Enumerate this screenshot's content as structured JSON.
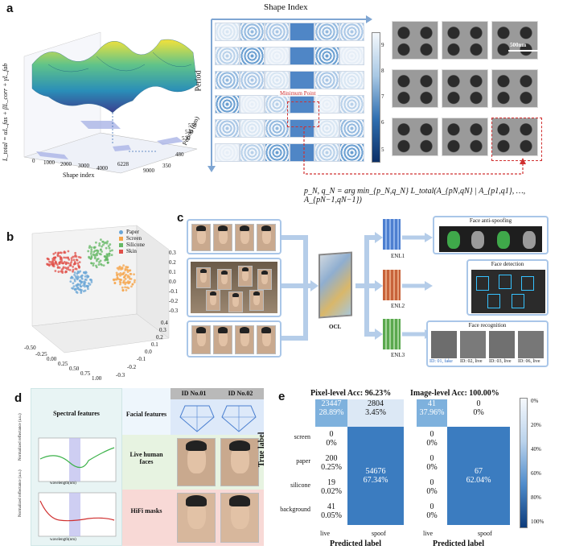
{
  "panel_a": {
    "label": "a",
    "zlabel": "L_total = αL_fas + βL_corr + γL_fab",
    "xlabel": "Shape index",
    "ylabel": "Period (nm)",
    "x_ticks": [
      "0",
      "1000",
      "2000",
      "3000",
      "4000",
      "6228",
      "9000"
    ],
    "y_ticks": [
      "350",
      "480",
      "530",
      "540",
      "550"
    ],
    "grid_title": "Shape Index",
    "grid_ylabel": "Period",
    "min_point_label": "Minimum Point",
    "colorbar_ticks": [
      "9",
      "8",
      "7",
      "6",
      "5"
    ],
    "scale_bar": "500nm",
    "formula": "p_N, q_N = arg min_{p_N,q_N} L_total(A_{pN,qN} | A_{p1,q1}, …, A_{pN−1,qN−1})"
  },
  "panel_b": {
    "label": "b",
    "legend": [
      "Paper",
      "Screen",
      "Silicone",
      "Skin"
    ],
    "legend_colors": [
      "#6aa6d6",
      "#f5a44a",
      "#66b866",
      "#e0504a"
    ],
    "ax1_ticks": [
      "-0.50",
      "-0.25",
      "0.00",
      "0.25",
      "0.50",
      "0.75",
      "1.00"
    ],
    "ax2_ticks": [
      "-0.3",
      "-0.2",
      "-0.1",
      "0.0",
      "0.1",
      "0.2",
      "0.3",
      "0.4"
    ],
    "ax3_ticks": [
      "0.3",
      "0.2",
      "0.1",
      "0.0",
      "-0.1",
      "-0.2",
      "-0.3"
    ]
  },
  "panel_c": {
    "label": "c",
    "ocl": "OCL",
    "enl": [
      "ENL1",
      "ENL2",
      "ENL3"
    ],
    "out_titles": [
      "Face anti-spoofing",
      "Face detection",
      "Face recognition"
    ],
    "recog_ids": [
      "ID: 01, fake",
      "ID: 02, live",
      "ID: 03, live",
      "ID: 06, live"
    ]
  },
  "panel_d": {
    "label": "d",
    "spectral": "Spectral features",
    "facial": "Facial features",
    "live": "Live human faces",
    "masks": "HiFi masks",
    "id1": "ID No.01",
    "id2": "ID No.02",
    "xaxis": "wavelength(nm)",
    "yaxis": "Normalized reflectance (a.u.)"
  },
  "panel_e": {
    "label": "e",
    "title_left": "Pixel-level Acc: 96.23%",
    "title_right": "Image-level Acc: 100.00%",
    "ylabel": "True label",
    "xlabel": "Predicted label",
    "rows": [
      "screen",
      "paper",
      "silicone",
      "background"
    ],
    "cols": [
      "live",
      "spoof"
    ],
    "left": {
      "r0c0": [
        "23447",
        "28.89%"
      ],
      "r0c1": [
        "2804",
        "3.45%"
      ],
      "r1c0": [
        "0",
        "0%"
      ],
      "r2c0": [
        "200",
        "0.25%"
      ],
      "r3c0": [
        "19",
        "0.02%"
      ],
      "r4c0": [
        "41",
        "0.05%"
      ],
      "spoof": [
        "54676",
        "67.34%"
      ]
    },
    "right": {
      "r0c0": [
        "41",
        "37.96%"
      ],
      "r0c1": [
        "0",
        "0%"
      ],
      "r1c0": [
        "0",
        "0%"
      ],
      "r2c0": [
        "0",
        "0%"
      ],
      "r3c0": [
        "0",
        "0%"
      ],
      "r4c0": [
        "0",
        "0%"
      ],
      "spoof": [
        "67",
        "62.04%"
      ]
    },
    "colorbar_ticks": [
      "0%",
      "20%",
      "40%",
      "60%",
      "80%",
      "100%"
    ]
  }
}
